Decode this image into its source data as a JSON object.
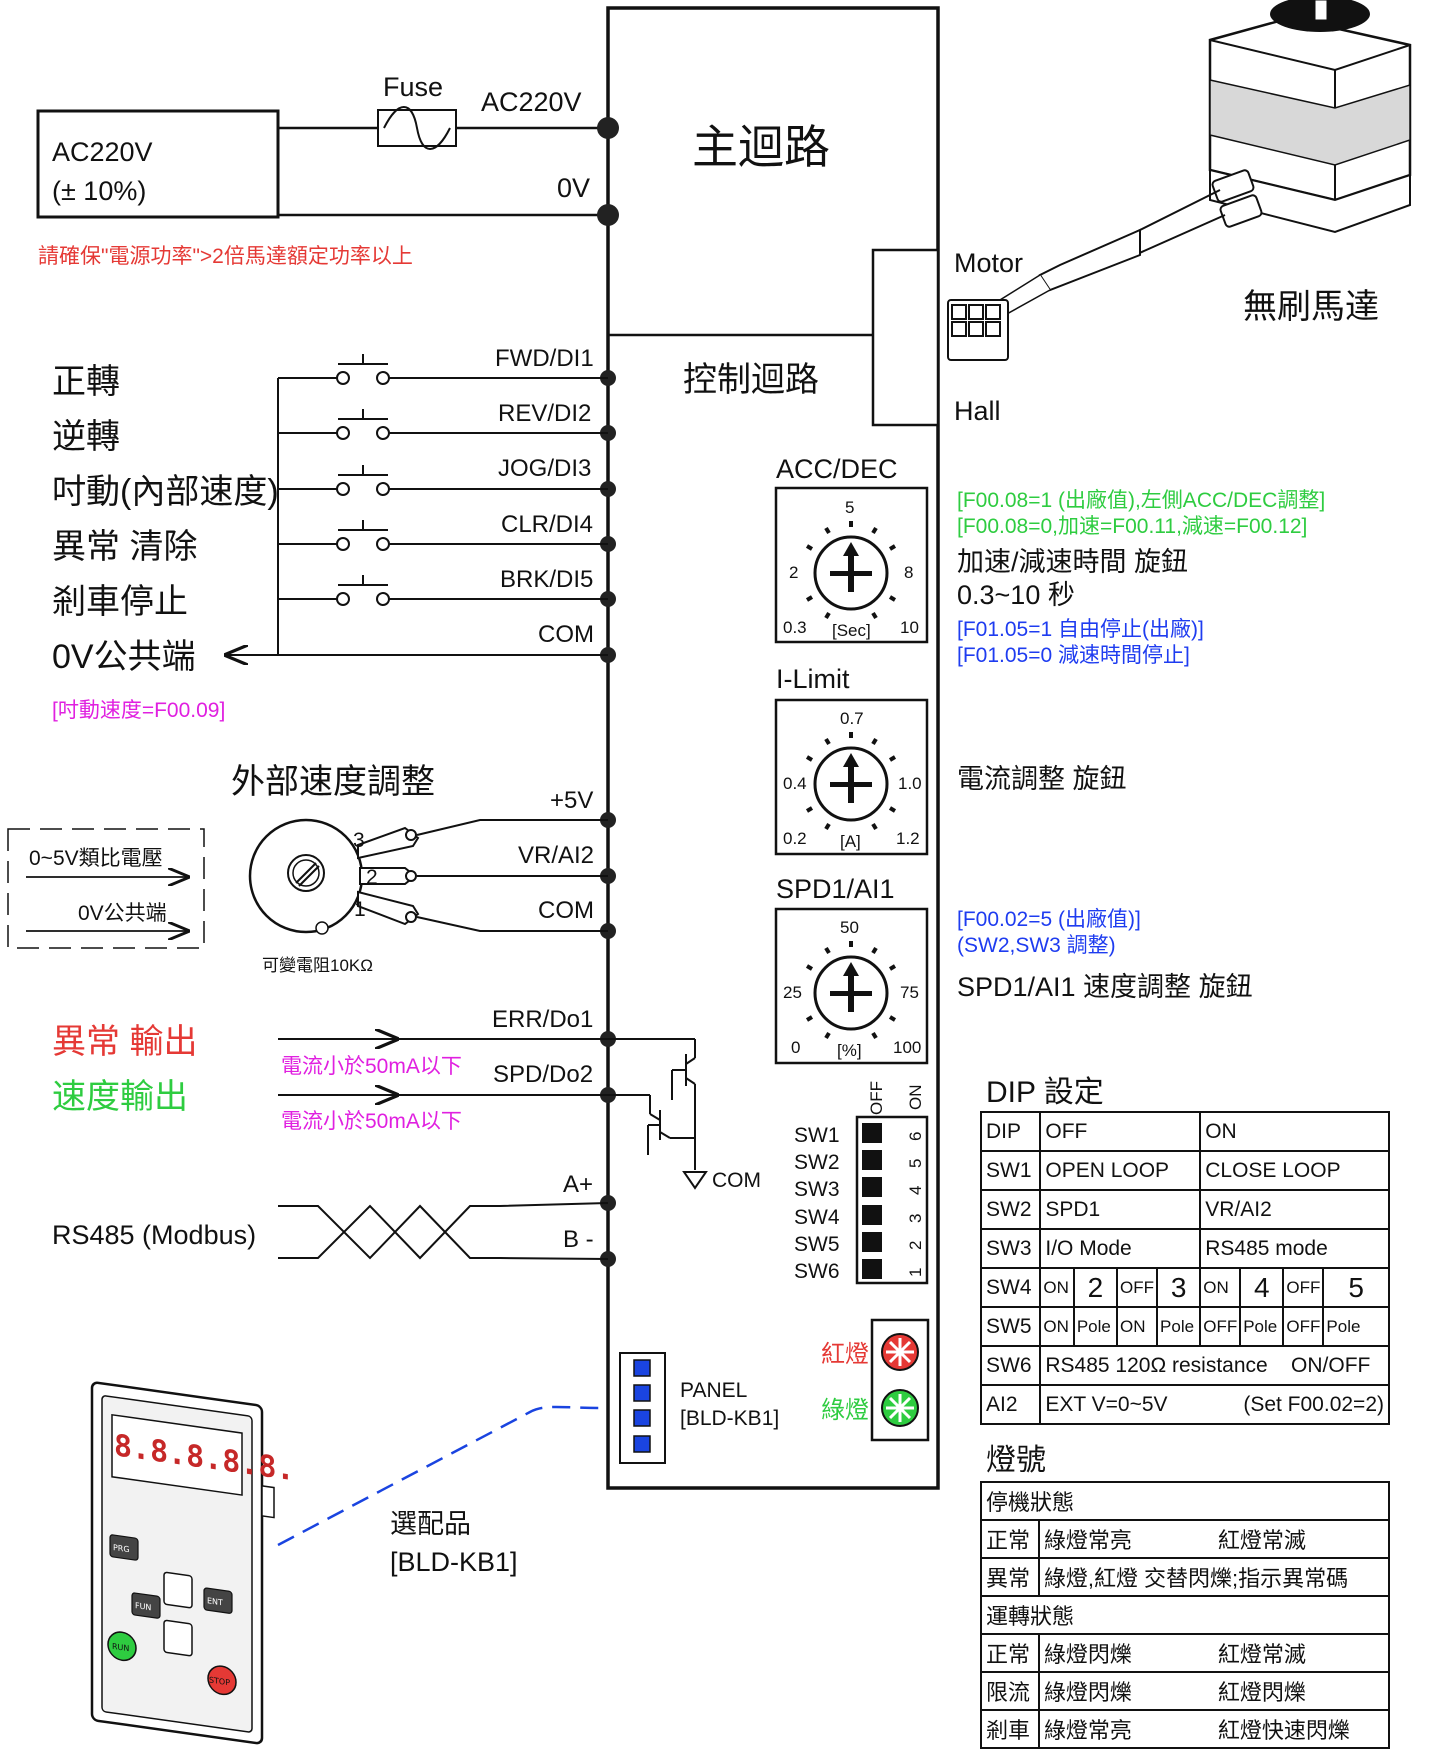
{
  "power": {
    "source_line1": "AC220V",
    "source_line2": "(± 10%)",
    "fuse": "Fuse",
    "term_ac": "AC220V",
    "term_0v": "0V",
    "note": "請確保\"電源功率\">2倍馬達額定功率以上"
  },
  "blocks": {
    "main_circuit": "主迴路",
    "control_circuit": "控制迴路",
    "motor_label": "Motor",
    "hall_label": "Hall",
    "motor_name": "無刷馬達"
  },
  "inputs": [
    {
      "label": "正轉",
      "terminal": "FWD/DI1"
    },
    {
      "label": "逆轉",
      "terminal": "REV/DI2"
    },
    {
      "label": "吋動(內部速度)",
      "terminal": "JOG/DI3"
    },
    {
      "label": "異常 清除",
      "terminal": "CLR/DI4"
    },
    {
      "label": "剎車停止",
      "terminal": "BRK/DI5"
    },
    {
      "label": "0V公共端",
      "terminal": "COM"
    }
  ],
  "jog_note": "[吋動速度=F00.09]",
  "ext_speed": {
    "title": "外部速度調整",
    "terminals": [
      "+5V",
      "VR/AI2",
      "COM"
    ],
    "pins": [
      "3",
      "2",
      "1"
    ],
    "analog_in": "0~5V類比電壓",
    "analog_com": "0V公共端",
    "pot_label": "可變電阻10KΩ"
  },
  "outputs": {
    "err_label": "異常 輸出",
    "spd_label": "速度輸出",
    "err_terminal": "ERR/Do1",
    "spd_terminal": "SPD/Do2",
    "current_note": "電流小於50mA以下",
    "com": "COM"
  },
  "rs485": {
    "label": "RS485 (Modbus)",
    "a": "A+",
    "b": "B -"
  },
  "knobs": [
    {
      "title": "ACC/DEC",
      "top": "5",
      "left": "2",
      "right": "8",
      "bl": "0.3",
      "unit": "[Sec]",
      "br": "10"
    },
    {
      "title": "I-Limit",
      "top": "0.7",
      "left": "0.4",
      "right": "1.0",
      "bl": "0.2",
      "unit": "[A]",
      "br": "1.2"
    },
    {
      "title": "SPD1/AI1",
      "top": "50",
      "left": "25",
      "right": "75",
      "bl": "0",
      "unit": "[%]",
      "br": "100"
    }
  ],
  "notes": {
    "acc_green1": "[F00.08=1 (出廠值),左側ACC/DEC調整]",
    "acc_green2": "[F00.08=0,加速=F00.11,減速=F00.12]",
    "acc_desc1": "加速/減速時間 旋鈕",
    "acc_desc2": "0.3~10 秒",
    "acc_blue1": "[F01.05=1 自由停止(出廠)]",
    "acc_blue2": "[F01.05=0 減速時間停止]",
    "ilimit_desc": "電流調整 旋鈕",
    "spd_blue1": "[F00.02=5 (出廠值)]",
    "spd_blue2": "(SW2,SW3 調整)",
    "spd_desc": "SPD1/AI1 速度調整 旋鈕"
  },
  "dip_switch": {
    "off": "OFF",
    "on": "ON",
    "labels": [
      "SW1",
      "SW2",
      "SW3",
      "SW4",
      "SW5",
      "SW6"
    ],
    "numbers": [
      "6",
      "5",
      "4",
      "3",
      "2",
      "1"
    ]
  },
  "leds": {
    "red": "紅燈",
    "green": "綠燈"
  },
  "panel": {
    "line1": "PANEL",
    "line2": "[BLD-KB1]",
    "option": "選配品",
    "option_model": "[BLD-KB1]",
    "display": "8.8.8.8.8.",
    "keys": [
      "PRG",
      "FUN",
      "ENT",
      "RUN",
      "STOP"
    ]
  },
  "dip_table": {
    "title": "DIP 設定",
    "rows": [
      [
        "DIP",
        "OFF",
        "ON"
      ],
      [
        "SW1",
        "OPEN LOOP",
        "CLOSE LOOP"
      ],
      [
        "SW2",
        "SPD1",
        "VR/AI2"
      ],
      [
        "SW3",
        "I/O  Mode",
        "RS485 mode"
      ]
    ],
    "sw4": [
      "SW4",
      "ON",
      "2",
      "OFF",
      "3",
      "ON",
      "4",
      "OFF",
      "5"
    ],
    "sw5": [
      "SW5",
      "ON",
      "Pole",
      "ON",
      "Pole",
      "OFF",
      "Pole",
      "OFF",
      "Pole"
    ],
    "sw6": [
      "SW6",
      "RS485 120Ω resistance    ON/OFF"
    ],
    "ai2": [
      "AI2",
      "EXT V=0~5V",
      "(Set F00.02=2)"
    ]
  },
  "led_table": {
    "title": "燈號",
    "rows": [
      {
        "c1": "停機狀態",
        "c2": "",
        "c3": "",
        "header": true
      },
      {
        "c1": "正常",
        "c2": "綠燈常亮",
        "c3": "紅燈常滅"
      },
      {
        "c1": "異常",
        "c2": "綠燈,紅燈 交替閃爍;指示異常碼",
        "c3": ""
      },
      {
        "c1": "運轉狀態",
        "c2": "",
        "c3": "",
        "header": true
      },
      {
        "c1": "正常",
        "c2": "綠燈閃爍",
        "c3": "紅燈常滅"
      },
      {
        "c1": "限流",
        "c2": "綠燈閃爍",
        "c3": "紅燈閃爍"
      },
      {
        "c1": "剎車",
        "c2": "綠燈常亮",
        "c3": "紅燈快速閃爍"
      }
    ]
  }
}
